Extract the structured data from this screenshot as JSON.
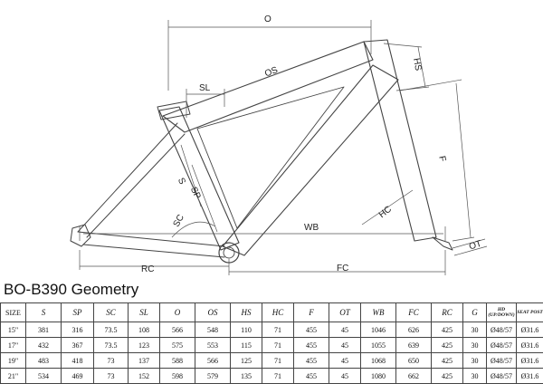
{
  "diagram": {
    "labels": {
      "o": "O",
      "os": "OS",
      "hs": "HS",
      "sl": "SL",
      "f": "F",
      "hc": "HC",
      "s": "S",
      "sp": "SP",
      "sc": "SC",
      "wb": "WB",
      "ot": "OT",
      "rc": "RC",
      "fc": "FC"
    }
  },
  "model_title": "BO-B390 Geometry",
  "table": {
    "headers": [
      "SIZE",
      "S",
      "SP",
      "SC",
      "SL",
      "O",
      "OS",
      "HS",
      "HC",
      "F",
      "OT",
      "WB",
      "FC",
      "RC",
      "G",
      "HD (UP/DOWN)",
      "SEAT POST"
    ],
    "rows": [
      [
        "15\"",
        "381",
        "316",
        "73.5",
        "108",
        "566",
        "548",
        "110",
        "71",
        "455",
        "45",
        "1046",
        "626",
        "425",
        "30",
        "Ø48/57",
        "Ø31.6"
      ],
      [
        "17\"",
        "432",
        "367",
        "73.5",
        "123",
        "575",
        "553",
        "115",
        "71",
        "455",
        "45",
        "1055",
        "639",
        "425",
        "30",
        "Ø48/57",
        "Ø31.6"
      ],
      [
        "19\"",
        "483",
        "418",
        "73",
        "137",
        "588",
        "566",
        "125",
        "71",
        "455",
        "45",
        "1068",
        "650",
        "425",
        "30",
        "Ø48/57",
        "Ø31.6"
      ],
      [
        "21\"",
        "534",
        "469",
        "73",
        "152",
        "598",
        "579",
        "135",
        "71",
        "455",
        "45",
        "1080",
        "662",
        "425",
        "30",
        "Ø48/57",
        "Ø31.6"
      ]
    ]
  }
}
